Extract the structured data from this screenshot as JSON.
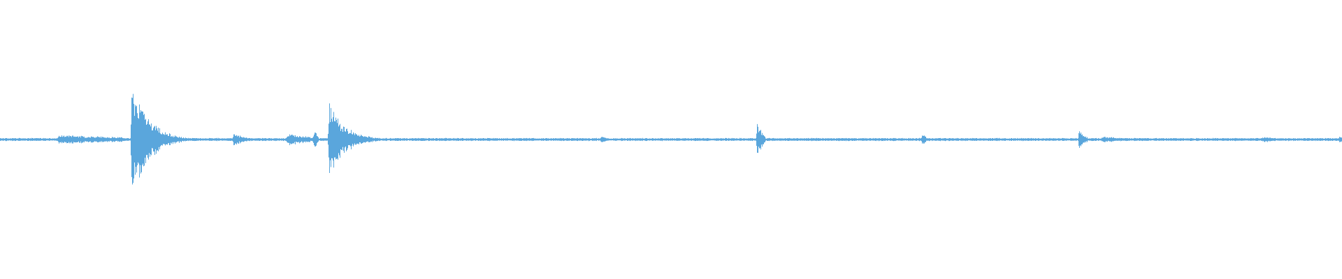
{
  "waveform": {
    "color": "#5aa6dc",
    "background": "#ffffff",
    "baseline_amplitude": 0.012,
    "bursts": [
      {
        "t": 0.044,
        "duration": 0.047,
        "peak": 0.04,
        "attack": 0.002,
        "decay": 0.06
      },
      {
        "t": 0.098,
        "duration": 0.06,
        "peak": 0.5,
        "attack": 0.001,
        "decay": 0.012
      },
      {
        "t": 0.174,
        "duration": 0.014,
        "peak": 0.05,
        "attack": 0.001,
        "decay": 0.01
      },
      {
        "t": 0.215,
        "duration": 0.022,
        "peak": 0.05,
        "attack": 0.003,
        "decay": 0.02
      },
      {
        "t": 0.234,
        "duration": 0.003,
        "peak": 0.09,
        "attack": 0.001,
        "decay": 0.003
      },
      {
        "t": 0.245,
        "duration": 0.06,
        "peak": 0.3,
        "attack": 0.001,
        "decay": 0.012
      },
      {
        "t": 0.448,
        "duration": 0.006,
        "peak": 0.04,
        "attack": 0.001,
        "decay": 0.004
      },
      {
        "t": 0.564,
        "duration": 0.006,
        "peak": 0.17,
        "attack": 0.001,
        "decay": 0.0035
      },
      {
        "t": 0.687,
        "duration": 0.003,
        "peak": 0.06,
        "attack": 0.001,
        "decay": 0.003
      },
      {
        "t": 0.804,
        "duration": 0.006,
        "peak": 0.09,
        "attack": 0.001,
        "decay": 0.004
      },
      {
        "t": 0.822,
        "duration": 0.02,
        "peak": 0.025,
        "attack": 0.003,
        "decay": 0.02
      },
      {
        "t": 0.942,
        "duration": 0.012,
        "peak": 0.025,
        "attack": 0.004,
        "decay": 0.01
      },
      {
        "t": 0.998,
        "duration": 0.003,
        "peak": 0.03,
        "attack": 0.001,
        "decay": 0.003
      }
    ]
  }
}
